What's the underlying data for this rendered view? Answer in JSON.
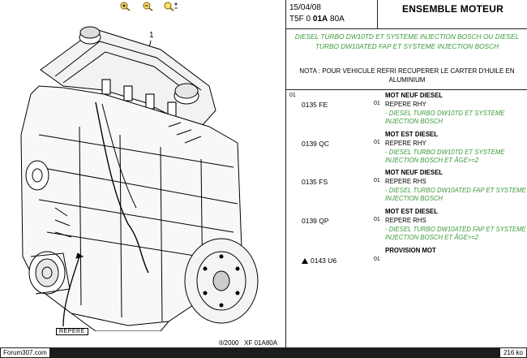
{
  "toolbar": {
    "zoom_in_icon": "zoom-in-icon",
    "zoom_out_icon": "zoom-out-icon",
    "zoom_reset_icon": "zoom-reset-icon"
  },
  "drawing": {
    "callout_number": "1",
    "repere_label": "REPERE",
    "caption": "II/2000   XF 01A80A"
  },
  "header": {
    "date": "15/04/08",
    "code_prefix": "T5F 0 ",
    "code_bold": "01A",
    "code_suffix": " 80A",
    "title": "ENSEMBLE MOTEUR"
  },
  "notes": {
    "green": "DIESEL TURBO DW10TD ET SYSTEME INJECTION BOSCH OU DIESEL TURBO DW10ATED FAP ET SYSTEME INJECTION BOSCH",
    "note": "NOTA : POUR VEHICULE REFRI RECUPERER LE CARTER D'HUILE EN ALUMINIUM"
  },
  "table": {
    "row_number": "01",
    "entries": [
      {
        "ref": "",
        "qty": "",
        "title": "MOT NEUF DIESEL",
        "repere": "",
        "detail": ""
      },
      {
        "ref": "0135 FE",
        "qty": "01",
        "title": "",
        "repere": "REPERE RHY",
        "detail": "- DIESEL TURBO DW10TD ET SYSTEME INJECTION BOSCH"
      },
      {
        "ref": "",
        "qty": "",
        "title": "MOT EST DIESEL",
        "repere": "",
        "detail": ""
      },
      {
        "ref": "0139 QC",
        "qty": "01",
        "title": "",
        "repere": "REPERE RHY",
        "detail": "- DIESEL TURBO DW10TD ET SYSTEME INJECTION BOSCH ET ÂGE>=2"
      },
      {
        "ref": "",
        "qty": "",
        "title": "MOT NEUF DIESEL",
        "repere": "",
        "detail": ""
      },
      {
        "ref": "0135 FS",
        "qty": "01",
        "title": "",
        "repere": "REPERE RHS",
        "detail": "- DIESEL TURBO DW10ATED FAP ET SYSTEME INJECTION BOSCH"
      },
      {
        "ref": "",
        "qty": "",
        "title": "MOT EST DIESEL",
        "repere": "",
        "detail": ""
      },
      {
        "ref": "0139 QP",
        "qty": "01",
        "title": "",
        "repere": "REPERE RHS",
        "detail": "- DIESEL TURBO DW10ATED FAP ET SYSTEME INJECTION BOSCH ET ÂGE>=2"
      },
      {
        "ref": "",
        "qty": "",
        "title": "PROVISION MOT",
        "repere": "",
        "detail": ""
      },
      {
        "ref": "0143 U6",
        "qty": "01",
        "title": "",
        "repere": "",
        "detail": ""
      }
    ]
  },
  "status": {
    "left": "Forum307.com",
    "right": "216 ko"
  },
  "colors": {
    "green_text": "#3a9a3a",
    "status_bar": "#1c1c1c"
  }
}
